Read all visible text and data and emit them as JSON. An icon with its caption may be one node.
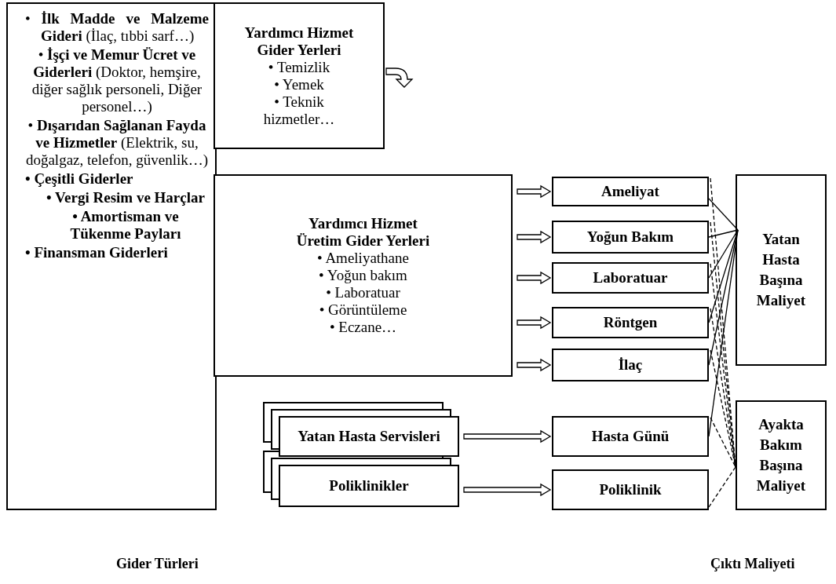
{
  "diagram": {
    "nodes": [
      {
        "text": [
          "• **İlk Madde ve Malzeme Gideri** (İlaç, tıbbi sarf…)",
          "• **İşçi ve Memur Ücret ve Giderleri** (Doktor, hemşire, diğer sağlık personeli, Diğer personel…)",
          "• **Dışarıdan Sağlanan Fayda ve Hizmetler** (Elektrik, su, doğalgaz, telefon, güvenlik…)",
          "• Çeşitli Giderler",
          "• Vergi Resim ve Harçlar",
          "• Amortisman ve Tükenme Payları",
          "• Finansman Giderleri"
        ]
      },
      {
        "text": [
          "Yardımcı Hizmet Gider Yerleri",
          "• Temizlik",
          "• Yemek",
          "• Teknik hizmetler…"
        ]
      },
      {
        "text": [
          "Yardımcı Hizmet Üretim Gider Yerleri",
          "• Ameliyathane",
          "• Yoğun bakım",
          "• Laboratuar",
          "• Görüntüleme",
          "• Eczane…"
        ]
      },
      {
        "text": [
          "Yatan Hasta Servisleri"
        ]
      },
      {
        "text": [
          "Poliklinikler"
        ]
      },
      {
        "text": [
          "Ameliyat"
        ]
      },
      {
        "text": [
          "Yoğun Bakım"
        ]
      },
      {
        "text": [
          "Laboratuar"
        ]
      },
      {
        "text": [
          "Röntgen"
        ]
      },
      {
        "text": [
          "İlaç"
        ]
      },
      {
        "text": [
          "Hasta Günü"
        ]
      },
      {
        "text": [
          "Poliklinik"
        ]
      },
      {
        "text": [
          "Yatan Hasta Başına Maliyet"
        ]
      },
      {
        "text": [
          "Ayakta Bakım Başına Maliyet"
        ]
      }
    ],
    "edges": [
      {
        "from": 1,
        "to": null,
        "arrow": "to"
      },
      {
        "from": 2,
        "to": 5,
        "arrow": "to"
      },
      {
        "from": 2,
        "to": 6,
        "arrow": "to"
      },
      {
        "from": 2,
        "to": 7,
        "arrow": "to"
      },
      {
        "from": 2,
        "to": 8,
        "arrow": "to"
      },
      {
        "from": 2,
        "to": 9,
        "arrow": "to"
      },
      {
        "from": 3,
        "to": 10,
        "arrow": "to"
      },
      {
        "from": 4,
        "to": 11,
        "arrow": "to"
      },
      {
        "from": 5,
        "to": 12,
        "arrow": "none"
      },
      {
        "from": 6,
        "to": 12,
        "arrow": "none"
      },
      {
        "from": 7,
        "to": 12,
        "arrow": "none"
      },
      {
        "from": 8,
        "to": 12,
        "arrow": "none"
      },
      {
        "from": 9,
        "to": 12,
        "arrow": "none"
      },
      {
        "from": 10,
        "to": 12,
        "arrow": "none"
      },
      {
        "from": 5,
        "to": 13,
        "arrow": "none",
        "style": "dashed"
      },
      {
        "from": 6,
        "to": 13,
        "arrow": "none",
        "style": "dashed"
      },
      {
        "from": 7,
        "to": 13,
        "arrow": "none",
        "style": "dashed"
      },
      {
        "from": 8,
        "to": 13,
        "arrow": "none",
        "style": "dashed"
      },
      {
        "from": 9,
        "to": 13,
        "arrow": "none",
        "style": "dashed"
      },
      {
        "from": 10,
        "to": 13,
        "arrow": "none",
        "style": "dashed"
      },
      {
        "from": 11,
        "to": 13,
        "arrow": "none",
        "style": "dashed"
      }
    ],
    "labels": [
      "Gider Türleri",
      "Çıktı Maliyeti"
    ]
  }
}
